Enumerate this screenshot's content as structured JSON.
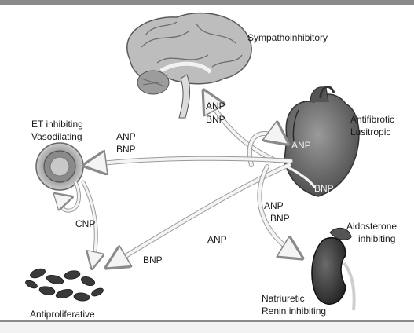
{
  "labels": {
    "brain": "Sympathoinhibitory",
    "heart_line1": "Antifibrotic",
    "heart_line2": "Lusitropic",
    "heart_anp": "ANP",
    "heart_bnp": "BNP",
    "brain_arrow_anp": "ANP",
    "brain_arrow_bnp": "BNP",
    "vessel_line1": "ET inhibiting",
    "vessel_line2": "Vasodilating",
    "vessel_arrow_anp": "ANP",
    "vessel_arrow_bnp": "BNP",
    "cnp": "CNP",
    "cells_arrow_anp": "ANP",
    "cells_arrow_bnp": "BNP",
    "cells": "Antiproliferative",
    "kidney_arrow_anp": "ANP",
    "kidney_arrow_bnp": "BNP",
    "kidney_line1": "Aldosterone",
    "kidney_line2": "inhibiting",
    "kidney_bottom_line1": "Natriuretic",
    "kidney_bottom_line2": "Renin inhibiting"
  },
  "colors": {
    "arrow": "#f4f4f4",
    "arrow_edge": "#9a9a9a",
    "heart": "#6f6f6f",
    "kidney": "#3e3e3e",
    "brain": "#b8b8b8"
  }
}
